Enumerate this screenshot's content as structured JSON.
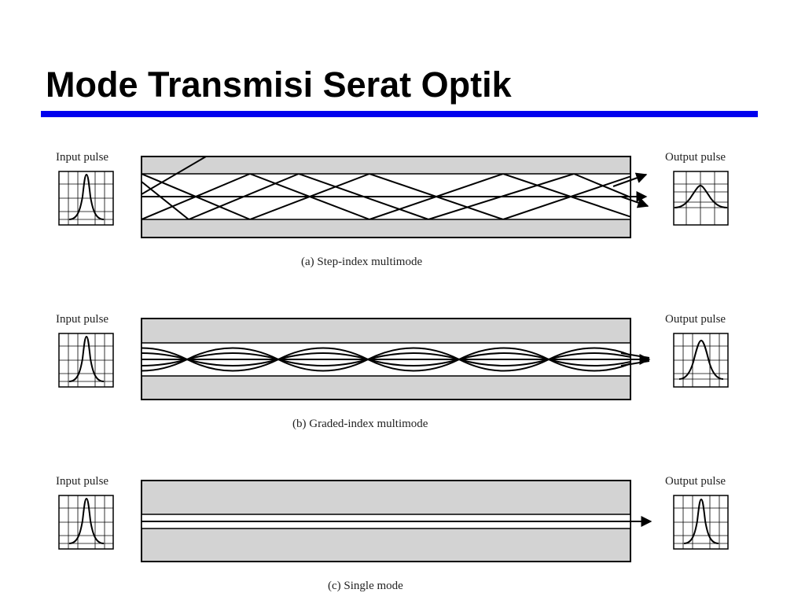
{
  "title": "Mode Transmisi Serat Optik",
  "accent_color": "#0000ee",
  "cladding_color": "#d3d3d3",
  "panels": [
    {
      "input_label": "Input pulse",
      "output_label": "Output pulse",
      "caption": "(a) Step-index multimode",
      "output_pulse_shape": "wide-low"
    },
    {
      "input_label": "Input pulse",
      "output_label": "Output pulse",
      "caption": "(b) Graded-index multimode",
      "output_pulse_shape": "slightly-wider"
    },
    {
      "input_label": "Input pulse",
      "output_label": "Output pulse",
      "caption": "(c) Single mode",
      "output_pulse_shape": "narrow"
    }
  ]
}
